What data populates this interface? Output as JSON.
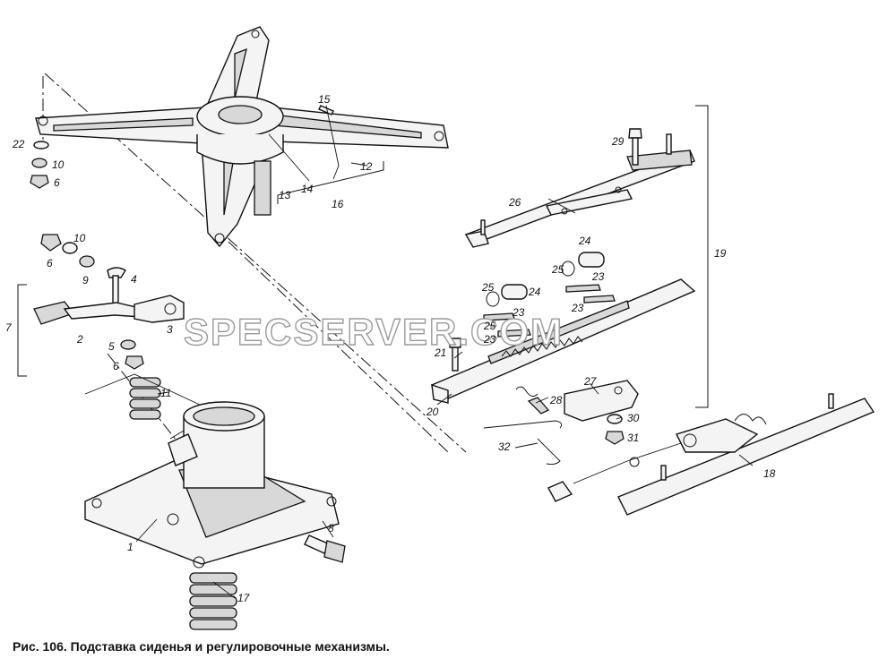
{
  "watermark": "SPECSERVER.COM",
  "caption": "Рис. 106. Подставка сиденья и регулировочные механизмы.",
  "labels": {
    "l1": "1",
    "l2": "2",
    "l3": "3",
    "l4": "4",
    "l5": "5",
    "l6a": "6",
    "l6b": "6",
    "l6c": "6",
    "l7": "7",
    "l8": "8",
    "l9": "9",
    "l10a": "10",
    "l10b": "10",
    "l11": "11",
    "l12": "12",
    "l13": "13",
    "l14": "14",
    "l15": "15",
    "l16": "16",
    "l17": "17",
    "l18": "18",
    "l19": "19",
    "l20": "20",
    "l21": "21",
    "l22": "22",
    "l23a": "23",
    "l23b": "23",
    "l23c": "23",
    "l23d": "23",
    "l24a": "24",
    "l24b": "24",
    "l25a": "25",
    "l25b": "25",
    "l25c": "25",
    "l26": "26",
    "l27": "27",
    "l28": "28",
    "l29": "29",
    "l30": "30",
    "l31": "31",
    "l32": "32"
  }
}
